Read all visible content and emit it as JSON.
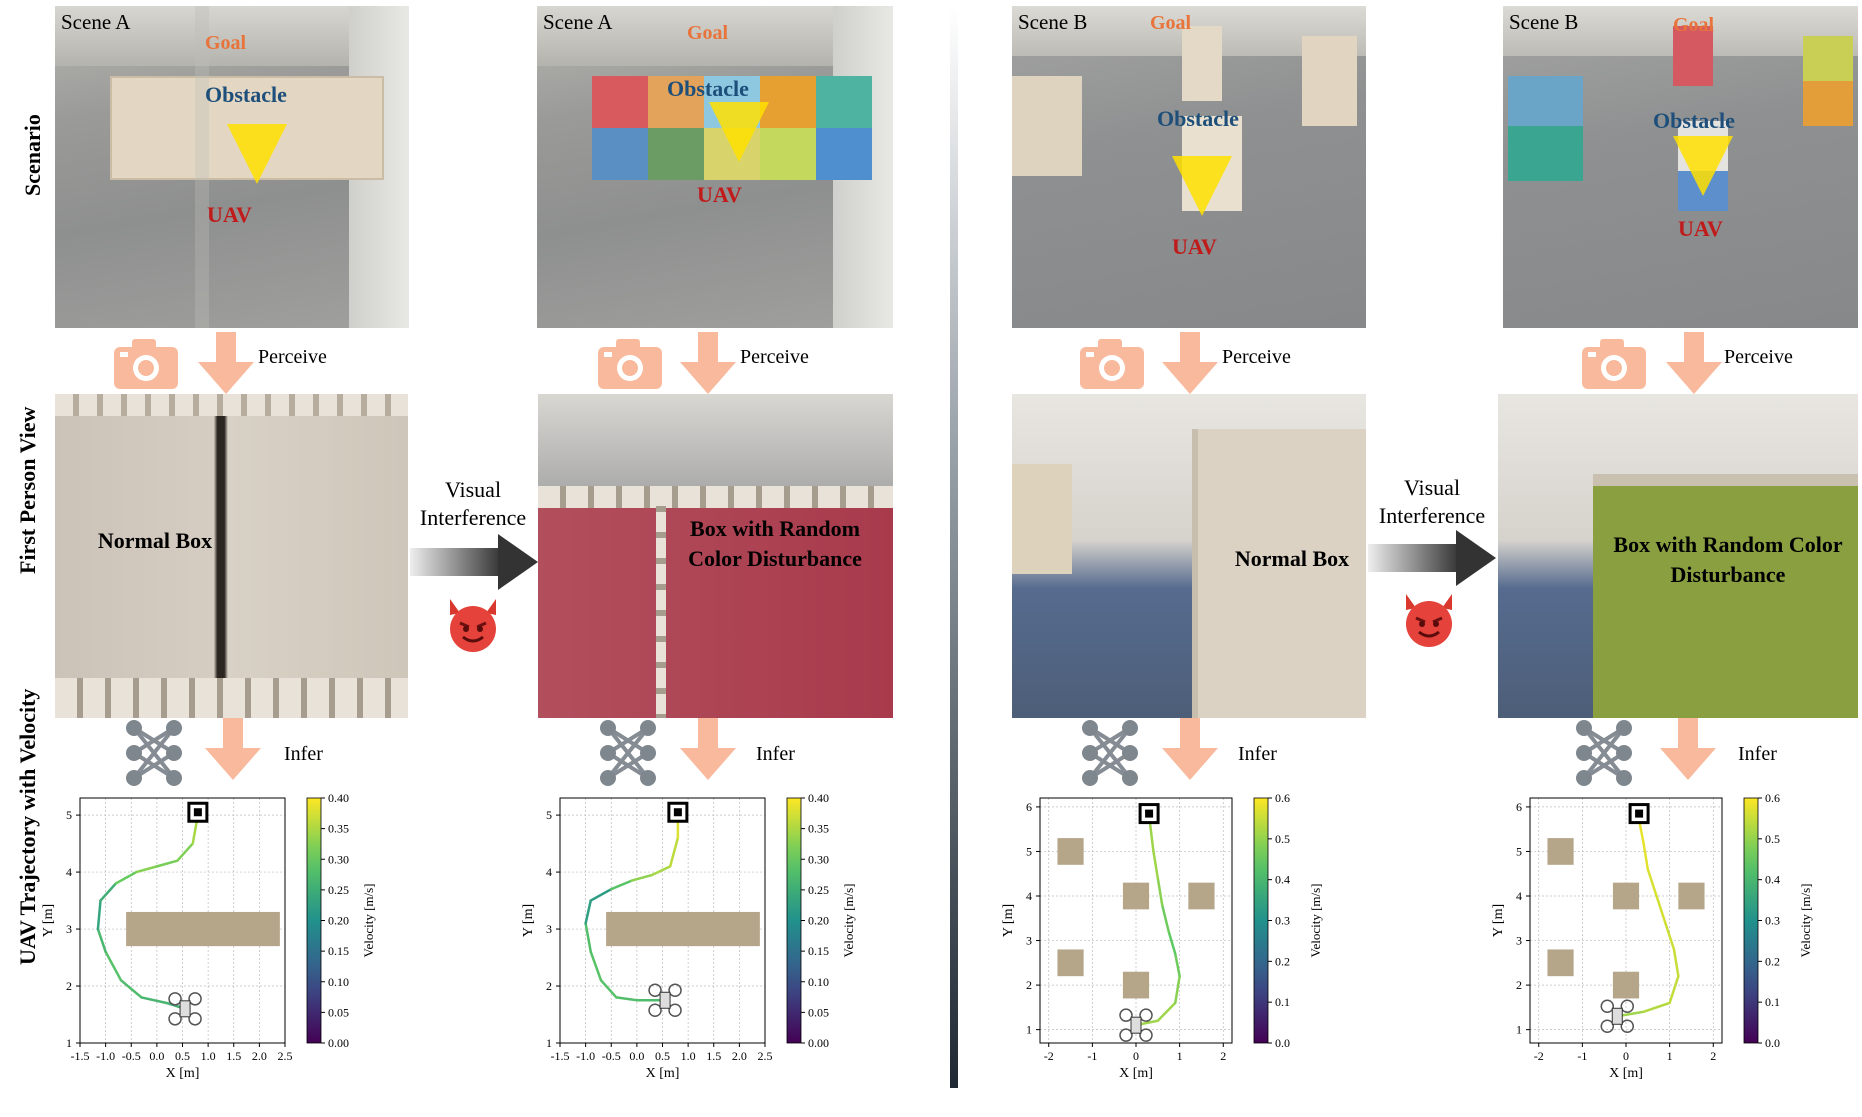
{
  "row_labels": {
    "scenario": "Scenario",
    "fpv": "First Person View",
    "trajectory": "UAV Trajectory with Velocity"
  },
  "panels": [
    {
      "scene": "Scene A",
      "goal": "Goal",
      "obstacle": "Obstacle",
      "uav": "UAV",
      "fpv_text": "Normal Box"
    },
    {
      "scene": "Scene A",
      "goal": "Goal",
      "obstacle": "Obstacle",
      "uav": "UAV",
      "fpv_text": "Box with Random Color Disturbance"
    },
    {
      "scene": "Scene B",
      "goal": "Goal",
      "obstacle": "Obstacle",
      "uav": "UAV",
      "fpv_text": "Normal Box"
    },
    {
      "scene": "Scene B",
      "goal": "Goal",
      "obstacle": "Obstacle",
      "uav": "UAV",
      "fpv_text": "Box with Random Color Disturbance"
    }
  ],
  "steps": {
    "perceive": "Perceive",
    "infer": "Infer"
  },
  "interference": {
    "line1": "Visual",
    "line2": "Interference"
  },
  "colors": {
    "goal": "#e8743b",
    "obstacle": "#1e4f7a",
    "uav": "#c01a1a",
    "arrow": "#f9b99c",
    "box": "#b5a68a",
    "interference_red": "#a83a4c",
    "interference_green": "#8aa040"
  },
  "chart_data": [
    {
      "type": "line",
      "xlabel": "X [m]",
      "ylabel": "Y [m]",
      "colorbar_label": "Velocity [m/s]",
      "xlim": [
        -1.5,
        2.5
      ],
      "ylim": [
        1,
        5.3
      ],
      "xticks": [
        "-1.5",
        "-1.0",
        "-0.5",
        "0.0",
        "0.5",
        "1.0",
        "1.5",
        "2.0",
        "2.5"
      ],
      "yticks": [
        "1",
        "2",
        "3",
        "4",
        "5"
      ],
      "cbar_ticks": [
        "0.00",
        "0.05",
        "0.10",
        "0.15",
        "0.20",
        "0.25",
        "0.30",
        "0.35",
        "0.40"
      ],
      "cbar_range": [
        0,
        0.4
      ],
      "obstacles": [
        {
          "x0": -0.6,
          "x1": 2.4,
          "y0": 2.7,
          "y1": 3.3
        }
      ],
      "goal": [
        0.8,
        5.05
      ],
      "start": [
        0.55,
        1.6
      ],
      "path": [
        [
          0.55,
          1.6
        ],
        [
          0.2,
          1.7
        ],
        [
          -0.3,
          1.8
        ],
        [
          -0.7,
          2.1
        ],
        [
          -1.0,
          2.6
        ],
        [
          -1.15,
          3.0
        ],
        [
          -1.1,
          3.5
        ],
        [
          -0.8,
          3.8
        ],
        [
          -0.4,
          4.0
        ],
        [
          0.0,
          4.1
        ],
        [
          0.4,
          4.2
        ],
        [
          0.7,
          4.5
        ],
        [
          0.8,
          5.0
        ]
      ],
      "speed": [
        0.25,
        0.26,
        0.27,
        0.28,
        0.29,
        0.25,
        0.22,
        0.28,
        0.33,
        0.32,
        0.31,
        0.33,
        0.36
      ]
    },
    {
      "type": "line",
      "xlabel": "X [m]",
      "ylabel": "Y [m]",
      "colorbar_label": "Velocity [m/s]",
      "xlim": [
        -1.5,
        2.5
      ],
      "ylim": [
        1,
        5.3
      ],
      "xticks": [
        "-1.5",
        "-1.0",
        "-0.5",
        "0.0",
        "0.5",
        "1.0",
        "1.5",
        "2.0",
        "2.5"
      ],
      "yticks": [
        "1",
        "2",
        "3",
        "4",
        "5"
      ],
      "cbar_ticks": [
        "0.00",
        "0.05",
        "0.10",
        "0.15",
        "0.20",
        "0.25",
        "0.30",
        "0.35",
        "0.40"
      ],
      "cbar_range": [
        0,
        0.4
      ],
      "obstacles": [
        {
          "x0": -0.6,
          "x1": 2.4,
          "y0": 2.7,
          "y1": 3.3
        }
      ],
      "goal": [
        0.8,
        5.05
      ],
      "start": [
        0.55,
        1.75
      ],
      "path": [
        [
          0.55,
          1.75
        ],
        [
          0.0,
          1.75
        ],
        [
          -0.4,
          1.8
        ],
        [
          -0.7,
          2.1
        ],
        [
          -0.9,
          2.6
        ],
        [
          -1.0,
          3.1
        ],
        [
          -0.9,
          3.5
        ],
        [
          -0.5,
          3.7
        ],
        [
          -0.1,
          3.85
        ],
        [
          0.3,
          3.95
        ],
        [
          0.65,
          4.1
        ],
        [
          0.8,
          4.6
        ],
        [
          0.8,
          5.0
        ]
      ],
      "speed": [
        0.27,
        0.28,
        0.28,
        0.29,
        0.29,
        0.27,
        0.18,
        0.26,
        0.32,
        0.34,
        0.35,
        0.37,
        0.39
      ]
    },
    {
      "type": "line",
      "xlabel": "X [m]",
      "ylabel": "Y [m]",
      "colorbar_label": "Velocity [m/s]",
      "xlim": [
        -2.2,
        2.2
      ],
      "ylim": [
        0.7,
        6.2
      ],
      "xticks": [
        "-2",
        "-1",
        "0",
        "1",
        "2"
      ],
      "yticks": [
        "1",
        "2",
        "3",
        "4",
        "5",
        "6"
      ],
      "cbar_ticks": [
        "0.0",
        "0.1",
        "0.2",
        "0.3",
        "0.4",
        "0.5",
        "0.6"
      ],
      "cbar_range": [
        0,
        0.6
      ],
      "obstacles": [
        {
          "x0": -1.8,
          "x1": -1.2,
          "y0": 4.7,
          "y1": 5.3
        },
        {
          "x0": -0.3,
          "x1": 0.3,
          "y0": 3.7,
          "y1": 4.3
        },
        {
          "x0": 1.2,
          "x1": 1.8,
          "y0": 3.7,
          "y1": 4.3
        },
        {
          "x0": -1.8,
          "x1": -1.2,
          "y0": 2.2,
          "y1": 2.8
        },
        {
          "x0": -0.3,
          "x1": 0.3,
          "y0": 1.7,
          "y1": 2.3
        }
      ],
      "goal": [
        0.3,
        5.85
      ],
      "start": [
        0.0,
        1.1
      ],
      "path": [
        [
          0.0,
          1.1
        ],
        [
          0.5,
          1.2
        ],
        [
          0.9,
          1.6
        ],
        [
          1.0,
          2.2
        ],
        [
          0.9,
          2.7
        ],
        [
          0.75,
          3.2
        ],
        [
          0.6,
          3.8
        ],
        [
          0.5,
          4.4
        ],
        [
          0.4,
          5.0
        ],
        [
          0.3,
          5.8
        ]
      ],
      "speed": [
        0.5,
        0.52,
        0.5,
        0.48,
        0.45,
        0.45,
        0.48,
        0.5,
        0.52,
        0.5
      ]
    },
    {
      "type": "line",
      "xlabel": "X [m]",
      "ylabel": "Y [m]",
      "colorbar_label": "Velocity [m/s]",
      "xlim": [
        -2.2,
        2.2
      ],
      "ylim": [
        0.7,
        6.2
      ],
      "xticks": [
        "-2",
        "-1",
        "0",
        "1",
        "2"
      ],
      "yticks": [
        "1",
        "2",
        "3",
        "4",
        "5",
        "6"
      ],
      "cbar_ticks": [
        "0.0",
        "0.1",
        "0.2",
        "0.3",
        "0.4",
        "0.5",
        "0.6"
      ],
      "cbar_range": [
        0,
        0.6
      ],
      "obstacles": [
        {
          "x0": -1.8,
          "x1": -1.2,
          "y0": 4.7,
          "y1": 5.3
        },
        {
          "x0": -0.3,
          "x1": 0.3,
          "y0": 3.7,
          "y1": 4.3
        },
        {
          "x0": 1.2,
          "x1": 1.8,
          "y0": 3.7,
          "y1": 4.3
        },
        {
          "x0": -1.8,
          "x1": -1.2,
          "y0": 2.2,
          "y1": 2.8
        },
        {
          "x0": -0.3,
          "x1": 0.3,
          "y0": 1.7,
          "y1": 2.3
        }
      ],
      "goal": [
        0.3,
        5.85
      ],
      "start": [
        -0.2,
        1.3
      ],
      "path": [
        [
          -0.2,
          1.3
        ],
        [
          0.4,
          1.4
        ],
        [
          1.0,
          1.6
        ],
        [
          1.2,
          2.2
        ],
        [
          1.1,
          2.8
        ],
        [
          0.9,
          3.4
        ],
        [
          0.7,
          4.0
        ],
        [
          0.5,
          4.6
        ],
        [
          0.4,
          5.2
        ],
        [
          0.3,
          5.7
        ]
      ],
      "speed": [
        0.5,
        0.52,
        0.54,
        0.55,
        0.55,
        0.56,
        0.56,
        0.57,
        0.58,
        0.58
      ]
    }
  ]
}
